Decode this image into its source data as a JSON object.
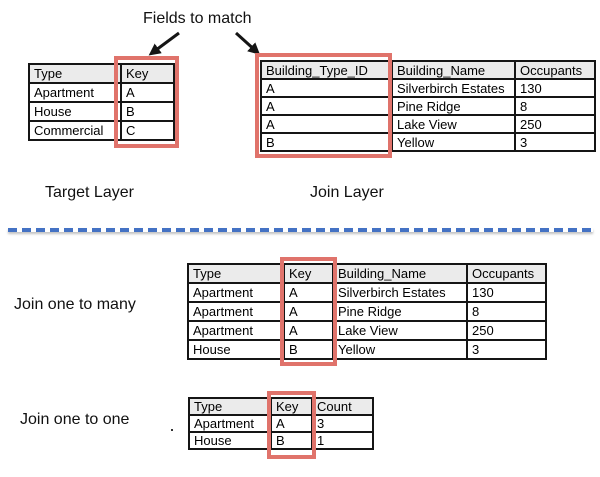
{
  "annotation": {
    "label": "Fields to match"
  },
  "colors": {
    "highlight_red": "#e0736b",
    "header_bg": "#ebebeb",
    "divider_blue": "#4472c4",
    "table_border": "#151515"
  },
  "icons": {
    "left_arrow": "arrow-down-left",
    "right_arrow": "arrow-down-right"
  },
  "top_section": {
    "target_table": {
      "caption": "Target Layer",
      "headers": [
        "Type",
        "Key"
      ],
      "rows": [
        [
          "Apartment",
          "A"
        ],
        [
          "House",
          "B"
        ],
        [
          "Commercial",
          "C"
        ]
      ]
    },
    "join_table": {
      "caption": "Join Layer",
      "headers": [
        "Building_Type_ID",
        "Building_Name",
        "Occupants"
      ],
      "rows": [
        [
          "A",
          "Silverbirch Estates",
          "130"
        ],
        [
          "A",
          "Pine Ridge",
          "8"
        ],
        [
          "A",
          "Lake View",
          "250"
        ],
        [
          "B",
          "Yellow",
          "3"
        ]
      ]
    }
  },
  "bottom_section": {
    "one_to_many": {
      "label": "Join one to many",
      "headers": [
        "Type",
        "Key",
        "Building_Name",
        "Occupants"
      ],
      "rows": [
        [
          "Apartment",
          "A",
          "Silverbirch Estates",
          "130"
        ],
        [
          "Apartment",
          "A",
          "Pine Ridge",
          "8"
        ],
        [
          "Apartment",
          "A",
          "Lake View",
          "250"
        ],
        [
          "House",
          "B",
          "Yellow",
          "3"
        ]
      ]
    },
    "one_to_one": {
      "label": "Join one to one",
      "headers": [
        "Type",
        "Key",
        "Count"
      ],
      "rows": [
        [
          "Apartment",
          "A",
          "3"
        ],
        [
          "House",
          "B",
          "1"
        ]
      ]
    }
  }
}
